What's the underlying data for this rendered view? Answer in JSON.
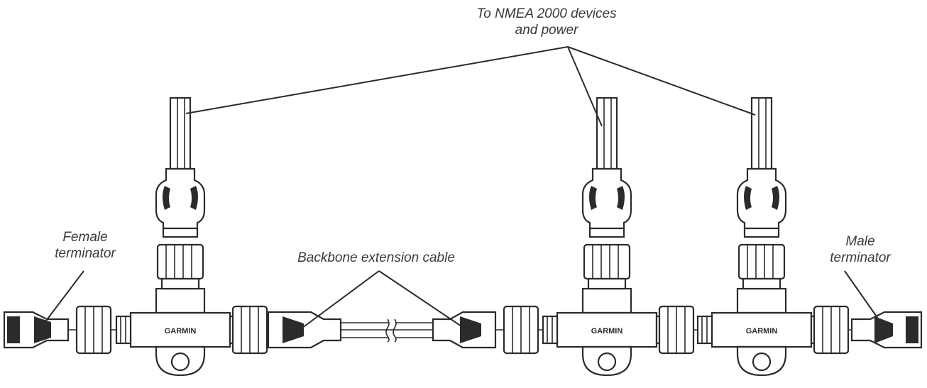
{
  "labels": {
    "nmea_devices": "To NMEA 2000 devices\nand power",
    "backbone_cable": "Backbone extension cable",
    "female_terminator": "Female\nterminator",
    "male_terminator": "Male\nterminator"
  },
  "brand": "GARMIN",
  "colors": {
    "line": "#2b2b2b",
    "text": "#3a3a3a",
    "background": "#ffffff"
  }
}
